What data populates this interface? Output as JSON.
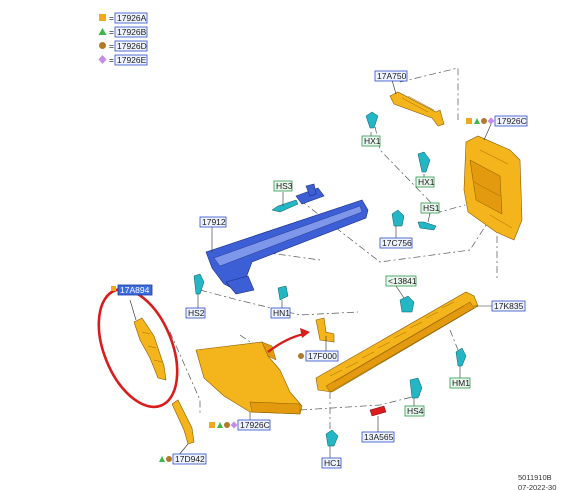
{
  "legend": [
    {
      "shape": "square",
      "color": "#f2a91b",
      "eq": "=",
      "code": "17926A"
    },
    {
      "shape": "triangle",
      "color": "#3fb54a",
      "eq": "=",
      "code": "17926B"
    },
    {
      "shape": "circle",
      "color": "#b07a2a",
      "eq": "=",
      "code": "17926D"
    },
    {
      "shape": "diamond",
      "color": "#c58be8",
      "eq": "=",
      "code": "17926E"
    }
  ],
  "labels": {
    "p17a750": "17A750",
    "p17926c_top": "17926C",
    "hx1_a": "HX1",
    "hx1_b": "HX1",
    "hs3": "HS3",
    "hs1": "HS1",
    "p17912": "17912",
    "p17c756": "17C756",
    "p13841": "<13841",
    "p17k835": "17K835",
    "hs2": "HS2",
    "hn1": "HN1",
    "p17f000": "17F000",
    "hm1": "HM1",
    "hs4": "HS4",
    "p13a565": "13A565",
    "p17926c_bot": "17926C",
    "hc1": "HC1",
    "p17d942": "17D942",
    "p17a894": "17A894"
  },
  "footer": {
    "code": "5011910B",
    "date": "07-2022-30"
  },
  "colors": {
    "part_yellow": "#f3b51b",
    "beam_blue": "#3c5fd6",
    "fastener_cyan": "#23b7c6",
    "highlight_red": "#d91c1c",
    "label_blue": "#2c4cc8",
    "label_green": "#2a9a4a"
  }
}
